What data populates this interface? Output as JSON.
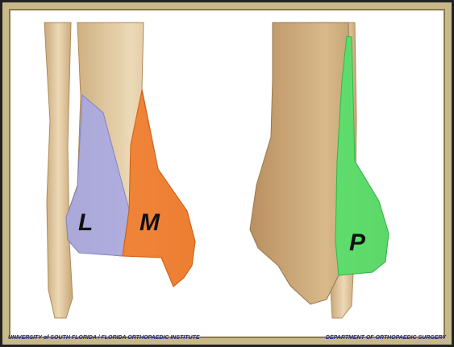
{
  "labels": {
    "lateral": "L",
    "medial": "M",
    "posterior": "P"
  },
  "footer": {
    "left": "UNIVERSITY of SOUTH FLORIDA / FLORIDA ORTHOPAEDIC INSTITUTE",
    "right": "DEPARTMENT OF ORTHOPAEDIC SURGERY"
  },
  "colors": {
    "frame": "#c8b98a",
    "bone": "#d9b98a",
    "bone_shadow": "#b8946a",
    "lateral_region": "#a8a8e0",
    "medial_region": "#f07a2a",
    "posterior_region": "#55e06a"
  }
}
